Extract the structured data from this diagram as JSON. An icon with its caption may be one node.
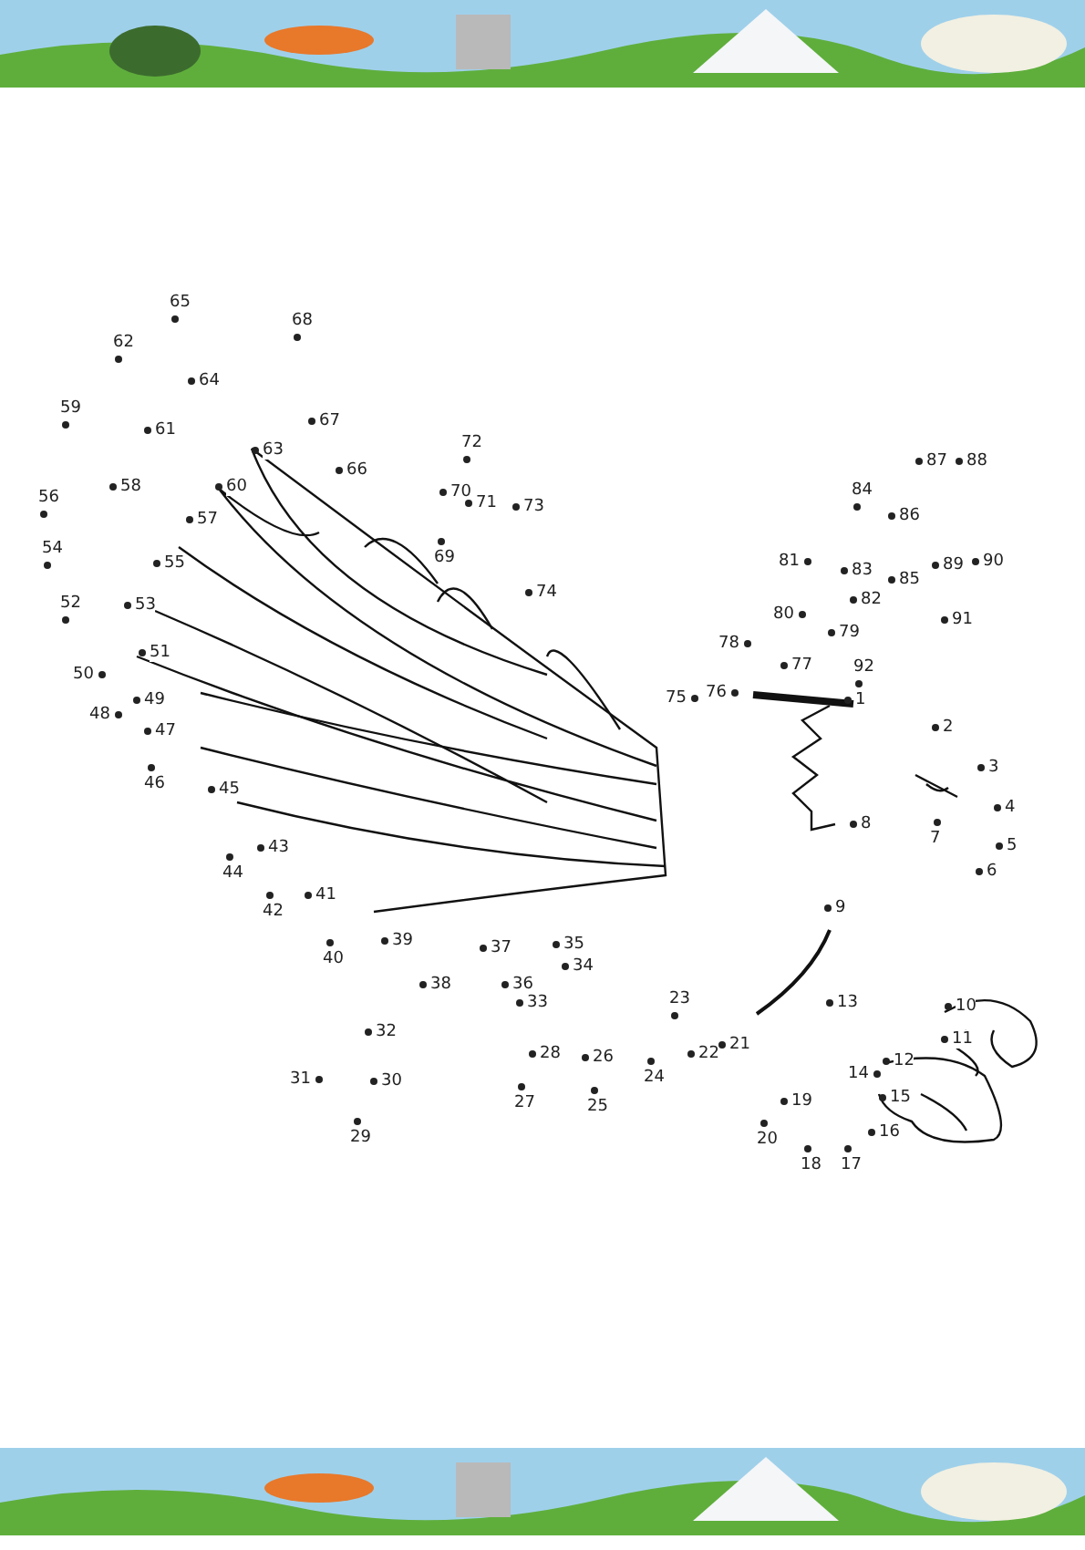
{
  "diagram": {
    "labels": [
      "1",
      "2",
      "3",
      "4",
      "5",
      "6",
      "7",
      "8",
      "9",
      "10",
      "11",
      "12",
      "13",
      "14",
      "15",
      "16",
      "17",
      "18",
      "19",
      "20",
      "21",
      "22",
      "23",
      "24",
      "25",
      "26",
      "27",
      "28",
      "29",
      "30",
      "31",
      "32",
      "33",
      "34",
      "35",
      "36",
      "37",
      "38",
      "39",
      "40",
      "41",
      "42",
      "43",
      "44",
      "45",
      "46",
      "47",
      "48",
      "49",
      "50",
      "51",
      "52",
      "53",
      "54",
      "55",
      "56",
      "57",
      "58",
      "59",
      "60",
      "61",
      "62",
      "63",
      "64",
      "65",
      "66",
      "67",
      "68",
      "69",
      "70",
      "71",
      "72",
      "73",
      "74",
      "75",
      "76",
      "77",
      "78",
      "79",
      "80",
      "81",
      "82",
      "83",
      "84",
      "85",
      "86",
      "87",
      "88",
      "89",
      "90",
      "91",
      "92"
    ]
  }
}
